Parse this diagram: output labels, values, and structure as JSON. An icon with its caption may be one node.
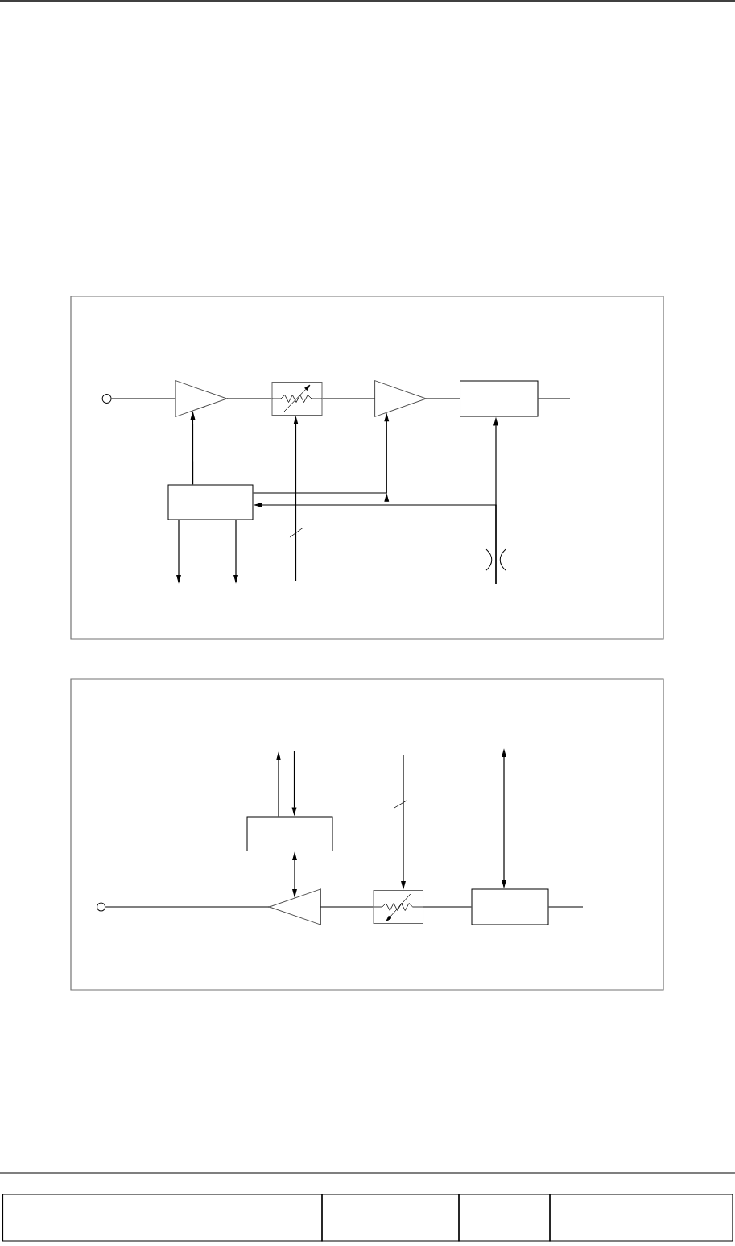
{
  "diagram": {
    "nodes": [
      {
        "text": [],
        "shape": "box"
      },
      {
        "text": [],
        "shape": "circle",
        "in": 0
      },
      {
        "text": [],
        "shape": "triangle",
        "in": 0
      },
      {
        "text": [],
        "shape": "box",
        "in": 0
      },
      {
        "text": [],
        "shape": "triangle",
        "in": 0
      },
      {
        "text": [],
        "shape": "box",
        "in": 0
      },
      {
        "text": [],
        "shape": "box",
        "in": 0
      },
      {
        "text": [],
        "shape": "box"
      },
      {
        "text": [],
        "shape": "box",
        "in": 7
      },
      {
        "text": [],
        "shape": "circle",
        "in": 7
      },
      {
        "text": [],
        "shape": "triangle",
        "in": 7
      },
      {
        "text": [],
        "shape": "box",
        "in": 7
      },
      {
        "text": [],
        "shape": "box",
        "in": 7
      }
    ],
    "edges": [
      {
        "from": 1,
        "to": 2,
        "arrow": "none"
      },
      {
        "from": 2,
        "to": 3,
        "arrow": "none"
      },
      {
        "from": 3,
        "to": 4,
        "arrow": "none"
      },
      {
        "from": 4,
        "to": 5,
        "arrow": "none"
      },
      {
        "from": 5,
        "to": null,
        "arrow": "none"
      },
      {
        "from": 6,
        "to": 2,
        "arrow": "to"
      },
      {
        "from": 6,
        "to": 4,
        "arrow": "to"
      },
      {
        "from": null,
        "to": 5,
        "arrow": "to"
      },
      {
        "from": null,
        "to": 6,
        "arrow": "to"
      },
      {
        "from": null,
        "to": 3,
        "arrow": "to"
      },
      {
        "from": 6,
        "to": null,
        "arrow": "to"
      },
      {
        "from": 6,
        "to": null,
        "arrow": "to"
      },
      {
        "from": 9,
        "to": 10,
        "arrow": "none"
      },
      {
        "from": 10,
        "to": 11,
        "arrow": "none"
      },
      {
        "from": 11,
        "to": 12,
        "arrow": "none"
      },
      {
        "from": 12,
        "to": null,
        "arrow": "none"
      },
      {
        "from": 8,
        "to": 10,
        "arrow": "both"
      },
      {
        "from": 8,
        "to": null,
        "arrow": "to"
      },
      {
        "from": null,
        "to": 8,
        "arrow": "to"
      },
      {
        "from": null,
        "to": 11,
        "arrow": "to"
      },
      {
        "from": null,
        "to": 12,
        "arrow": "both"
      }
    ]
  }
}
